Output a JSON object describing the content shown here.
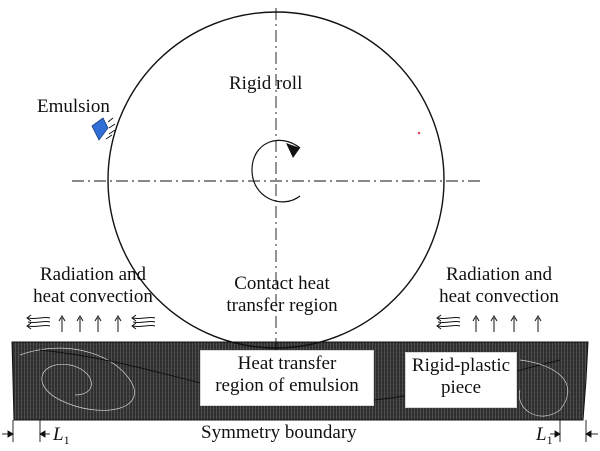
{
  "labels": {
    "rigid_roll": "Rigid roll",
    "emulsion": "Emulsion",
    "radiation_left_1": "Radiation and",
    "radiation_left_2": "heat convection",
    "radiation_right_1": "Radiation and",
    "radiation_right_2": "heat convection",
    "contact_1": "Contact heat",
    "contact_2": "transfer region",
    "emulsion_region_1": "Heat transfer",
    "emulsion_region_2": "region of emulsion",
    "rigid_plastic_1": "Rigid-plastic",
    "rigid_plastic_2": "piece",
    "symmetry": "Symmetry boundary",
    "l_left": "L",
    "l_left_sub": "1",
    "l_right": "L",
    "l_right_sub": "1"
  },
  "colors": {
    "line": "#111111",
    "mesh": "#2a2a2a",
    "nozzle": "#2f6fd6",
    "accent_dot": "#e05060"
  }
}
